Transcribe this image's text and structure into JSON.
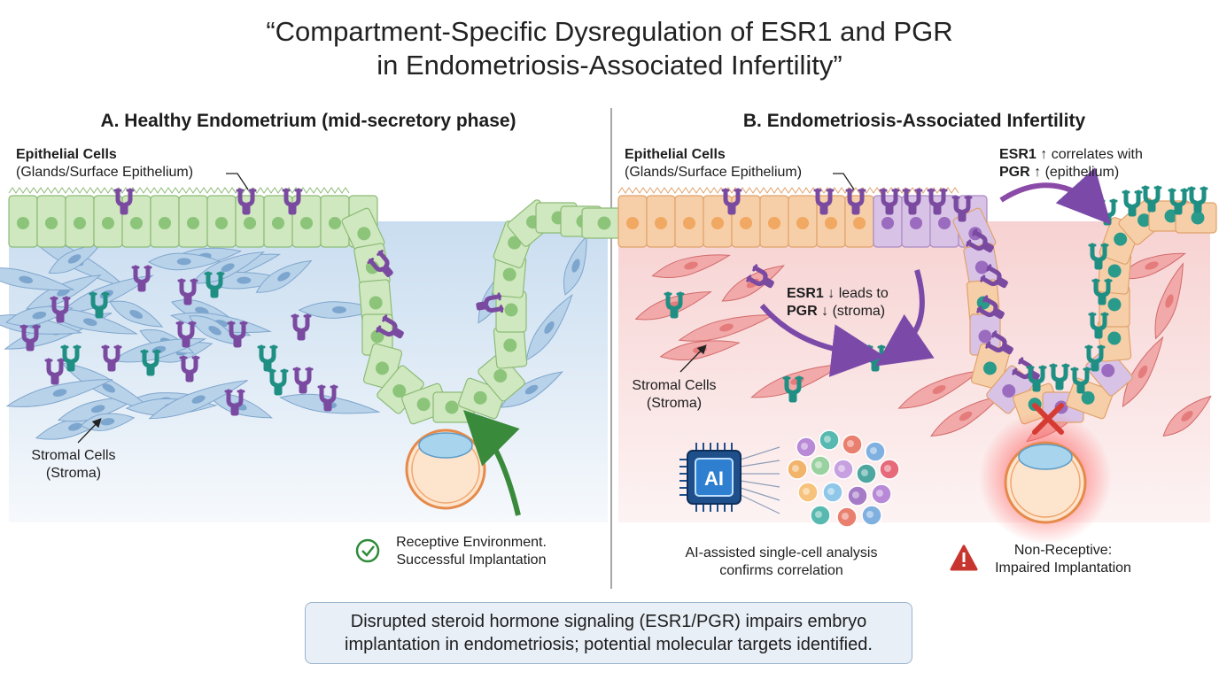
{
  "title": {
    "line1": "“Compartment-Specific Dysregulation of ESR1 and PGR",
    "line2": "in Endometriosis-Associated Infertility”"
  },
  "panel_a": {
    "heading": "A. Healthy Endometrium (mid-secretory phase)",
    "epithelial_label": "Epithelial Cells",
    "epithelial_sublabel": "(Glands/Surface Epithelium)",
    "stromal_label": "Stromal Cells",
    "stromal_sublabel": "(Stroma)",
    "outcome_line1": "Receptive Environment.",
    "outcome_line2": "Successful Implantation"
  },
  "panel_b": {
    "heading": "B. Endometriosis-Associated Infertility",
    "epithelial_label": "Epithelial Cells",
    "epithelial_sublabel": "(Glands/Surface Epithelium)",
    "epithelium_note_gene1": "ESR1",
    "epithelium_note_line1": " ↑ correlates with",
    "epithelium_note_gene2": "PGR",
    "epithelium_note_line2": " ↑ (epithelium)",
    "stroma_note_gene1": "ESR1",
    "stroma_note_line1": " ↓ leads to",
    "stroma_note_gene2": "PGR",
    "stroma_note_line2": " ↓ (stroma)",
    "stromal_label": "Stromal Cells",
    "stromal_sublabel": "(Stroma)",
    "ai_chip_text": "AI",
    "ai_line1": "AI-assisted single-cell analysis",
    "ai_line2": "confirms correlation",
    "outcome_line1": "Non-Receptive:",
    "outcome_line2": "Impaired Implantation"
  },
  "summary": {
    "line1": "Disrupted steroid hormone signaling (ESR1/PGR) impairs embryo",
    "line2": "implantation in endometriosis; potential molecular targets identified."
  },
  "colors": {
    "healthy_epithelium": "#cfe8bf",
    "healthy_stroma": "#dbe8f4",
    "disease_epithelium": "#f6cfa8",
    "disease_stroma": "#fbe0e0",
    "esr1_receptor": "#7a4aa0",
    "pgr_receptor": "#1f8f84",
    "success_green": "#2e8b3a",
    "warning_red": "#c8352f"
  }
}
